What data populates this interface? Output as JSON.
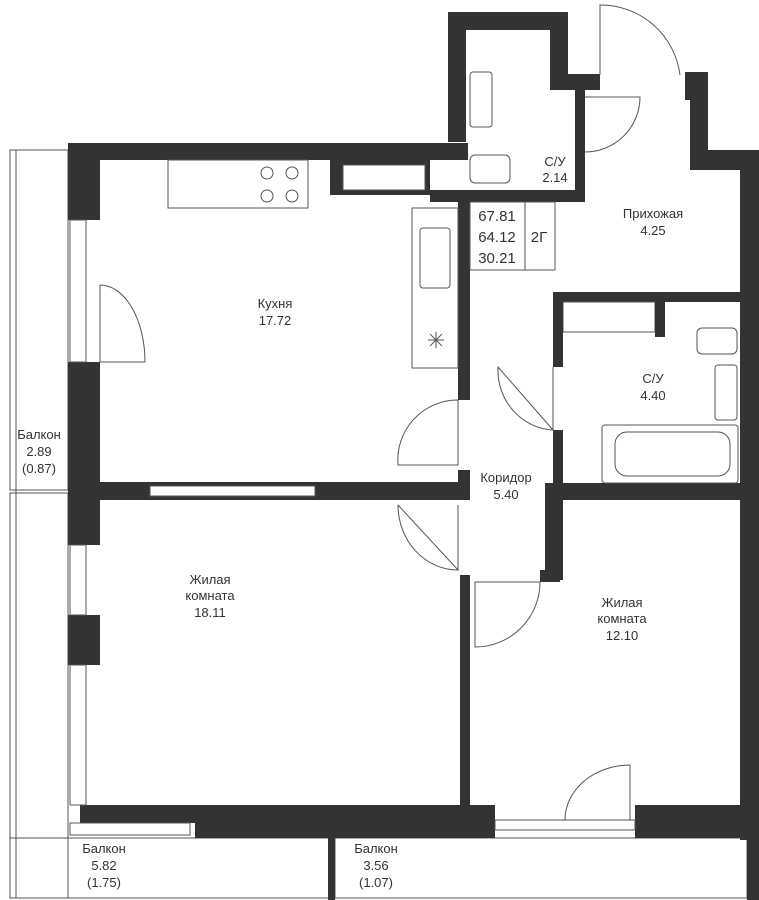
{
  "plan": {
    "summary": {
      "total_area": "67.81",
      "area_no_balcony": "64.12",
      "living_area": "30.21",
      "type": "2Г"
    },
    "rooms": [
      {
        "name": "С/У",
        "area": "2.14"
      },
      {
        "name": "Прихожая",
        "area": "4.25"
      },
      {
        "name": "Кухня",
        "area": "17.72"
      },
      {
        "name": "С/У",
        "area": "4.40"
      },
      {
        "name": "Коридор",
        "area": "5.40"
      },
      {
        "name": "Балкон",
        "area": "2.89",
        "reduced": "(0.87)"
      },
      {
        "name": "Жилая",
        "name2": "комната",
        "area": "18.11"
      },
      {
        "name": "Жилая",
        "name2": "комната",
        "area": "12.10"
      },
      {
        "name": "Балкон",
        "area": "5.82",
        "reduced": "(1.75)"
      },
      {
        "name": "Балкон",
        "area": "3.56",
        "reduced": "(1.07)"
      }
    ],
    "colors": {
      "wall": "#333333",
      "line": "#555555"
    }
  }
}
